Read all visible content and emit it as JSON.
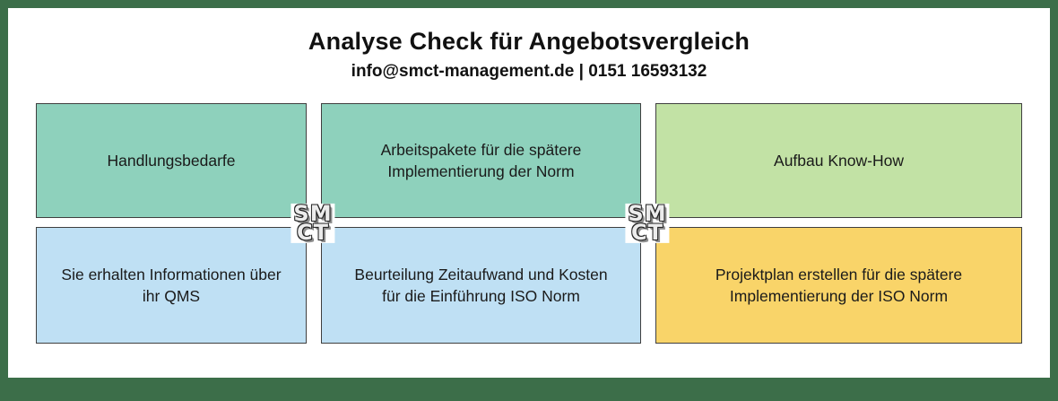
{
  "header": {
    "title": "Analyse Check für Angebotsvergleich",
    "contact": "info@smct-management.de | 0151 16593132"
  },
  "logo": {
    "line1": "SM",
    "line2": "CT"
  },
  "boxes": [
    {
      "label": "Handlungsbedarfe",
      "color": "#8ed1bc"
    },
    {
      "label": "Arbeitspakete für die spätere Implementierung der Norm",
      "color": "#8ed1bc"
    },
    {
      "label": "Aufbau Know-How",
      "color": "#c2e2a5"
    },
    {
      "label": "Sie erhalten Informationen über ihr QMS",
      "color": "#bfe0f4"
    },
    {
      "label": "Beurteilung Zeitaufwand und Kosten für die Einführung ISO Norm",
      "color": "#bfe0f4"
    },
    {
      "label": "Projektplan erstellen für die spätere Implementierung der ISO Norm",
      "color": "#f9d469"
    }
  ],
  "colors": {
    "background_green": "#3c6e49",
    "panel_white": "#ffffff",
    "box_border": "#3f3f3f",
    "teal_box": "#8ed1bc",
    "light_green_box": "#c2e2a5",
    "light_blue_box": "#bfe0f4",
    "yellow_box": "#f9d469",
    "text": "#1a1a1a"
  }
}
